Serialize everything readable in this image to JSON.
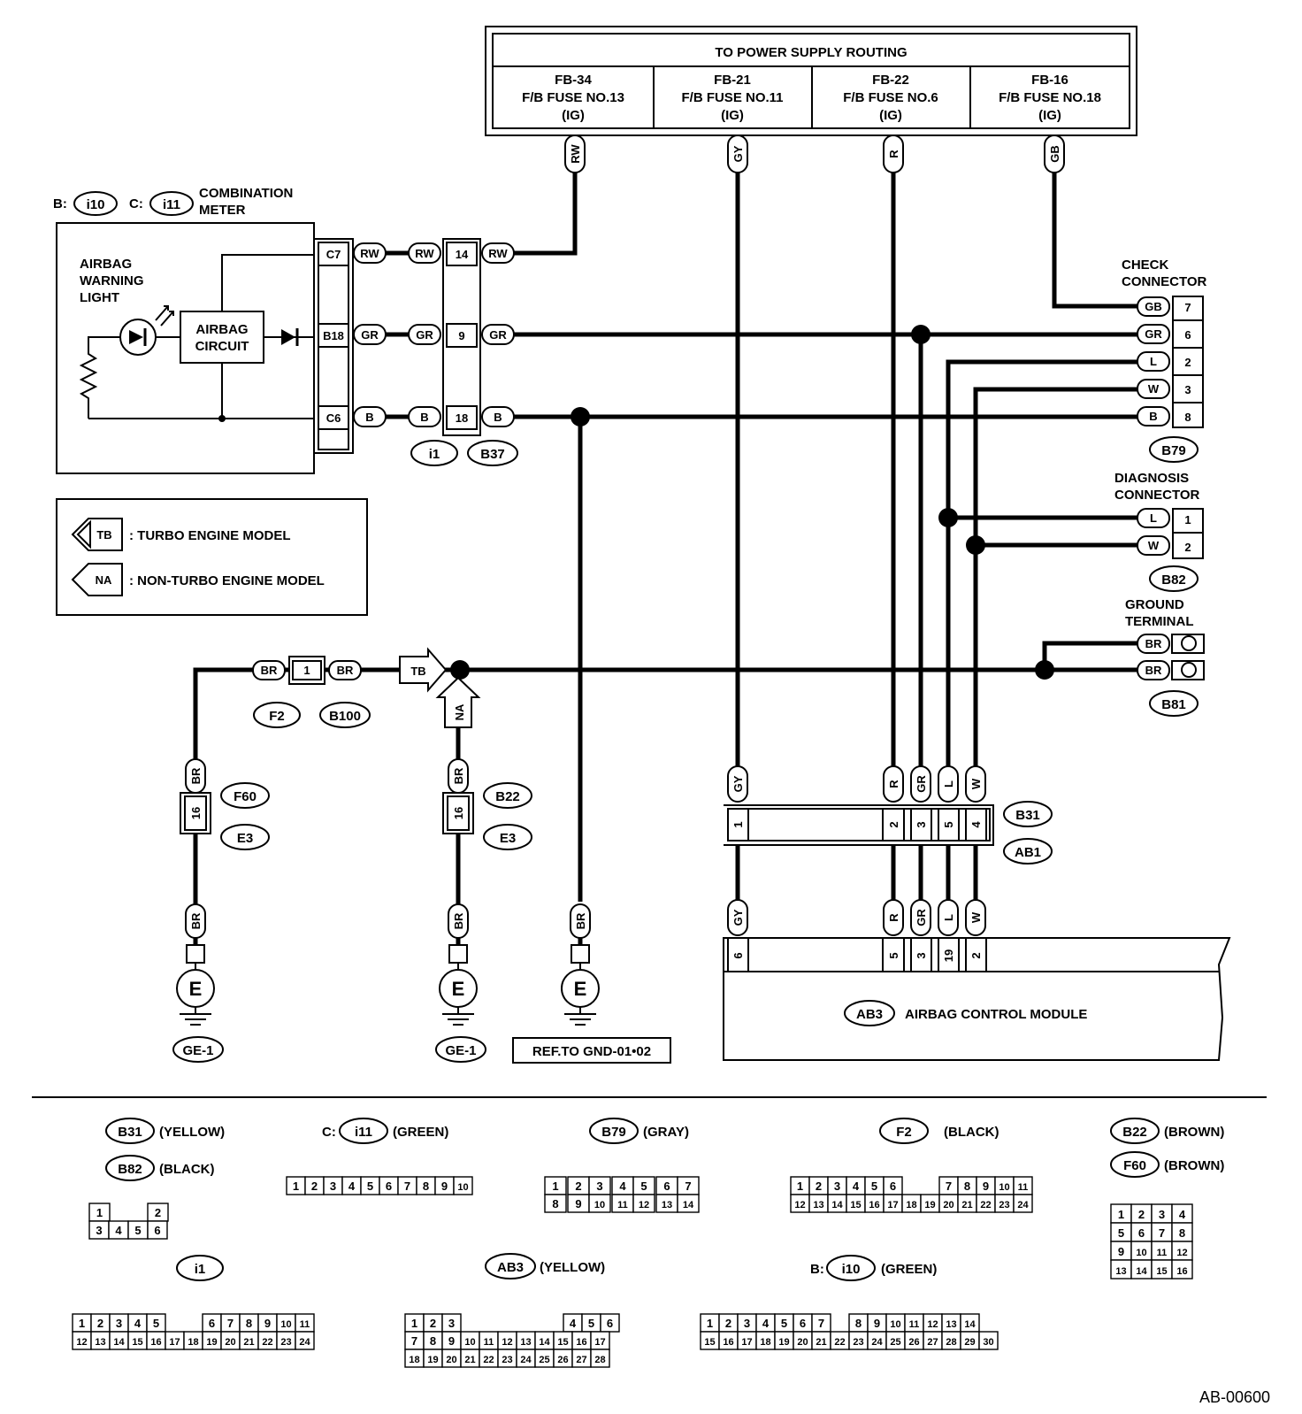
{
  "power_box": {
    "title": "TO POWER SUPPLY ROUTING",
    "fuses": [
      {
        "id": "FB-34",
        "name": "F/B FUSE NO.13",
        "ig": "(IG)",
        "wire": "RW"
      },
      {
        "id": "FB-21",
        "name": "F/B FUSE NO.11",
        "ig": "(IG)",
        "wire": "GY"
      },
      {
        "id": "FB-22",
        "name": "F/B FUSE NO.6",
        "ig": "(IG)",
        "wire": "R"
      },
      {
        "id": "FB-16",
        "name": "F/B FUSE NO.18",
        "ig": "(IG)",
        "wire": "GB"
      }
    ]
  },
  "meter": {
    "b_prefix": "B:",
    "b_id": "i10",
    "c_prefix": "C:",
    "c_id": "i11",
    "title1": "COMBINATION",
    "title2": "METER",
    "light1": "AIRBAG",
    "light2": "WARNING",
    "light3": "LIGHT",
    "circuit1": "AIRBAG",
    "circuit2": "CIRCUIT",
    "pins": [
      "C7",
      "B18",
      "C6"
    ],
    "wires": [
      "RW",
      "GR",
      "B"
    ]
  },
  "junction": {
    "left_wires": [
      "RW",
      "GR",
      "B"
    ],
    "pins": [
      "14",
      "9",
      "18"
    ],
    "right_wires": [
      "RW",
      "GR",
      "B"
    ],
    "left_id": "i1",
    "right_id": "B37"
  },
  "legend": {
    "tb_tag": "TB",
    "tb_text": ": TURBO ENGINE MODEL",
    "na_tag": "NA",
    "na_text": ": NON-TURBO ENGINE MODEL"
  },
  "check_connector": {
    "title1": "CHECK",
    "title2": "CONNECTOR",
    "wires": [
      "GB",
      "GR",
      "L",
      "W",
      "B"
    ],
    "pins": [
      "7",
      "6",
      "2",
      "3",
      "8"
    ],
    "id": "B79"
  },
  "diagnosis_connector": {
    "title1": "DIAGNOSIS",
    "title2": "CONNECTOR",
    "wires": [
      "L",
      "W"
    ],
    "pins": [
      "1",
      "2"
    ],
    "id": "B82"
  },
  "ground_terminal": {
    "title1": "GROUND",
    "title2": "TERMINAL",
    "wires": [
      "BR",
      "BR"
    ],
    "id": "B81"
  },
  "ground_line": {
    "wire_left": "BR",
    "pin": "1",
    "wire_right": "BR",
    "id_left": "F2",
    "id_right": "B100",
    "tb_tag": "TB",
    "na_tag": "NA"
  },
  "grounds": [
    {
      "wire_top": "BR",
      "pin": "16",
      "conn_top": "F60",
      "conn_bottom": "E3",
      "wire_bottom": "BR",
      "symbol": "E",
      "label": "GE-1"
    },
    {
      "wire_top": "BR",
      "pin": "16",
      "conn_top": "B22",
      "conn_bottom": "E3",
      "wire_bottom": "BR",
      "symbol": "E",
      "label": "GE-1"
    },
    {
      "wire_bottom": "BR",
      "symbol": "E",
      "label": "REF.TO GND-01•02"
    }
  ],
  "module_connector": {
    "wires_top": [
      "GY",
      "R",
      "GR",
      "L",
      "W"
    ],
    "pins_top": [
      "1",
      "2",
      "3",
      "5",
      "4"
    ],
    "id_top": "B31",
    "id_bottom": "AB1",
    "wires_bottom": [
      "GY",
      "R",
      "GR",
      "L",
      "W"
    ],
    "pins_bottom": [
      "6",
      "5",
      "3",
      "19",
      "2"
    ]
  },
  "module": {
    "id": "AB3",
    "name": "AIRBAG CONTROL MODULE"
  },
  "connector_views": {
    "b31": {
      "id": "B31",
      "color": "(YELLOW)"
    },
    "b82": {
      "id": "B82",
      "color": "(BLACK)",
      "row1": [
        "1",
        "2"
      ],
      "row2": [
        "3",
        "4",
        "5",
        "6"
      ]
    },
    "i11": {
      "prefix": "C:",
      "id": "i11",
      "color": "(GREEN)",
      "pins": [
        "1",
        "2",
        "3",
        "4",
        "5",
        "6",
        "7",
        "8",
        "9",
        "10"
      ]
    },
    "b79": {
      "id": "B79",
      "color": "(GRAY)",
      "row1": [
        "1",
        "2",
        "3",
        "4",
        "5",
        "6",
        "7"
      ],
      "row2": [
        "8",
        "9",
        "10",
        "11",
        "12",
        "13",
        "14"
      ]
    },
    "f2": {
      "id": "F2",
      "color": "(BLACK)",
      "row1": [
        "1",
        "2",
        "3",
        "4",
        "5",
        "6",
        "7",
        "8",
        "9",
        "10",
        "11"
      ],
      "row2": [
        "12",
        "13",
        "14",
        "15",
        "16",
        "17",
        "18",
        "19",
        "20",
        "21",
        "22",
        "23",
        "24"
      ]
    },
    "b22": {
      "id": "B22",
      "color": "(BROWN)"
    },
    "f60": {
      "id": "F60",
      "color": "(BROWN)",
      "rows": [
        [
          "1",
          "2",
          "3",
          "4"
        ],
        [
          "5",
          "6",
          "7",
          "8"
        ],
        [
          "9",
          "10",
          "11",
          "12"
        ],
        [
          "13",
          "14",
          "15",
          "16"
        ]
      ]
    },
    "i1": {
      "id": "i1",
      "row1": [
        "1",
        "2",
        "3",
        "4",
        "5",
        "6",
        "7",
        "8",
        "9",
        "10",
        "11"
      ],
      "row2": [
        "12",
        "13",
        "14",
        "15",
        "16",
        "17",
        "18",
        "19",
        "20",
        "21",
        "22",
        "23",
        "24"
      ]
    },
    "ab3": {
      "id": "AB3",
      "color": "(YELLOW)",
      "row1": [
        "1",
        "2",
        "3",
        "4",
        "5",
        "6"
      ],
      "row2": [
        "7",
        "8",
        "9",
        "10",
        "11",
        "12",
        "13",
        "14",
        "15",
        "16",
        "17"
      ],
      "row3": [
        "18",
        "19",
        "20",
        "21",
        "22",
        "23",
        "24",
        "25",
        "26",
        "27",
        "28"
      ]
    },
    "i10": {
      "prefix": "B:",
      "id": "i10",
      "color": "(GREEN)",
      "row1": [
        "1",
        "2",
        "3",
        "4",
        "5",
        "6",
        "7",
        "8",
        "9",
        "10",
        "11",
        "12",
        "13",
        "14"
      ],
      "row2": [
        "15",
        "16",
        "17",
        "18",
        "19",
        "20",
        "21",
        "22",
        "23",
        "24",
        "25",
        "26",
        "27",
        "28",
        "29",
        "30"
      ]
    }
  },
  "figure_id": "AB-00600"
}
